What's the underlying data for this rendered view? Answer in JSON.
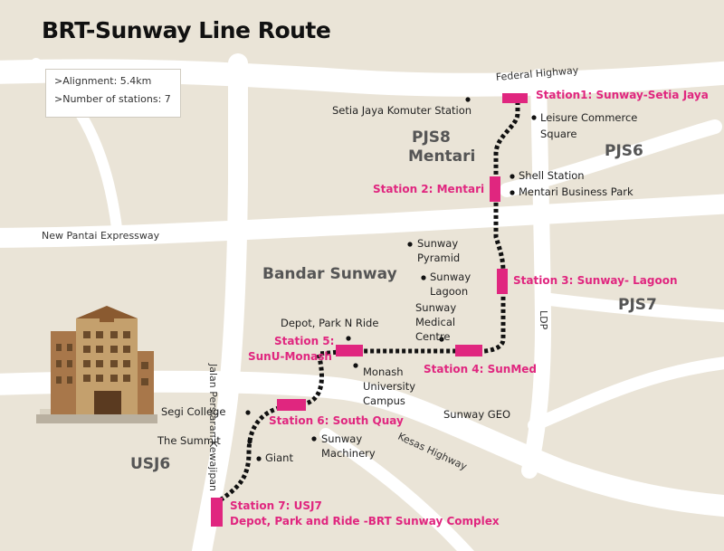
{
  "title": "BRT-Sunway Line Route",
  "info": {
    "alignment": ">Alignment: 5.4km",
    "stations_count": ">Number of stations: 7"
  },
  "roads": {
    "federal": "Federal Highway",
    "npe": "New Pantai Expressway",
    "kewajipan": "Jalan Persiaran Kewajipan",
    "ldp": "LDP",
    "kesas": "Kesas Highway"
  },
  "areas": {
    "pjs8": "PJS8",
    "mentari": "Mentari",
    "pjs6": "PJS6",
    "bandar_sunway": "Bandar Sunway",
    "pjs7": "PJS7",
    "usj6": "USJ6"
  },
  "stations": {
    "s1": "Station1: Sunway-Setia Jaya",
    "s2": "Station 2: Mentari",
    "s3": "Station 3: Sunway- Lagoon",
    "s4": "Station 4: SunMed",
    "s5a": "Station 5:",
    "s5b": "SunU-Monash",
    "s6": "Station 6: South Quay",
    "s7a": "Station 7: USJ7",
    "s7b": "Depot, Park and Ride -BRT Sunway Complex"
  },
  "landmarks": {
    "setia_komuter": "Setia Jaya Komuter Station",
    "leisure1": "Leisure Commerce",
    "leisure2": "Square",
    "shell": "Shell Station",
    "mentari_bp": "Mentari Business Park",
    "pyramid1": "Sunway",
    "pyramid2": "Pyramid",
    "lagoon1": "Sunway",
    "lagoon2": "Lagoon",
    "medical1": "Sunway",
    "medical2": "Medical",
    "medical3": "Centre",
    "depot": "Depot, Park N Ride",
    "monash1": "Monash",
    "monash2": "University",
    "monash3": "Campus",
    "segi": "Segi College",
    "summit": "The Summit",
    "giant": "Giant",
    "machinery1": "Sunway",
    "machinery2": "Machinery",
    "geo": "Sunway GEO"
  },
  "colors": {
    "background": "#eae4d7",
    "road": "#ffffff",
    "route": "#111111",
    "station": "#e0267f"
  }
}
